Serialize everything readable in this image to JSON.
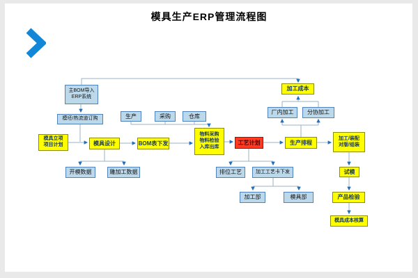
{
  "page": {
    "title": "模具生产ERP管理流程图"
  },
  "colors": {
    "yellow_box": "#ffff00",
    "blue_box": "#bcd9ec",
    "red_box": "#ff3a20",
    "chevron_blue": "#1287d8",
    "arrow_blue": "#1e6fc0"
  },
  "nodes": {
    "main_bom": {
      "label": "主BOM导入\nERP系统"
    },
    "blank_order": {
      "label": "模坯/热流道订购"
    },
    "production": {
      "label": "生产"
    },
    "purchase": {
      "label": "采购"
    },
    "warehouse": {
      "label": "仓库"
    },
    "project_init": {
      "label": "模具立项\n项目计划"
    },
    "mold_design": {
      "label": "模具设计"
    },
    "bom_issue": {
      "label": "BOM表下发"
    },
    "material": {
      "label": "物料采购\n物料检验\n入库出库"
    },
    "process_plan": {
      "label": "工艺计划"
    },
    "prod_schedule": {
      "label": "生产排程"
    },
    "assembly": {
      "label": "加工/装配\n对版/组装"
    },
    "processing_cost": {
      "label": "加工成本"
    },
    "inhouse": {
      "label": "厂内加工"
    },
    "outsource": {
      "label": "分协加工"
    },
    "mold_open_data": {
      "label": "开模数据"
    },
    "engraving_data": {
      "label": "雕加工数据"
    },
    "layout_process": {
      "label": "排位工艺"
    },
    "process_card": {
      "label": "加工工艺卡下发"
    },
    "processing_dept": {
      "label": "加工部"
    },
    "mold_dept": {
      "label": "模具部"
    },
    "trial_mold": {
      "label": "试模"
    },
    "product_inspect": {
      "label": "产品检验"
    },
    "cost_account": {
      "label": "模具成本核算"
    }
  }
}
